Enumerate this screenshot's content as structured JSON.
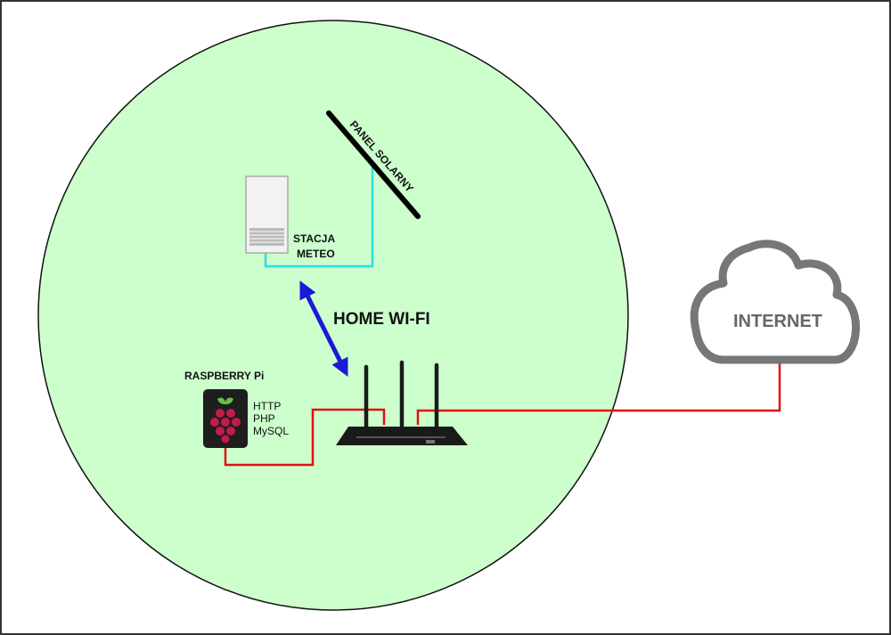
{
  "diagram": {
    "wifi_label": "HOME WI-FI",
    "station_label_line1": "STACJA",
    "station_label_line2": "METEO",
    "solar_panel_label": "PANEL SOLARNY",
    "raspberry_label": "RASPBERRY Pi",
    "raspberry_services": [
      "HTTP",
      "PHP",
      "MySQL"
    ],
    "internet_label": "INTERNET"
  },
  "colors": {
    "wifi_zone": "#ccffcc",
    "wired_link": "#e01010",
    "solar_cable": "#33dddd",
    "wifi_arrow": "#1a1ad6",
    "cloud": "#777777",
    "router": "#1a1a1a"
  }
}
